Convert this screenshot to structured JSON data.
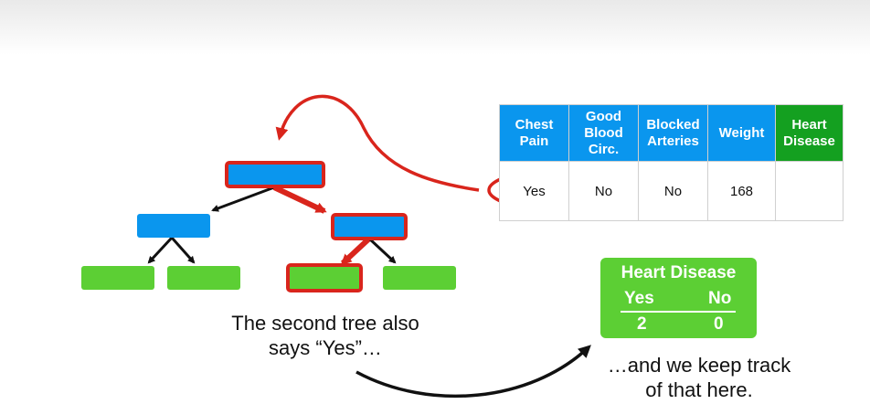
{
  "table": {
    "headers": [
      "Chest Pain",
      "Good Blood Circ.",
      "Blocked Arteries",
      "Weight",
      "Heart Disease"
    ],
    "row": [
      "Yes",
      "No",
      "No",
      "168",
      ""
    ]
  },
  "heart_disease_box": {
    "title": "Heart Disease",
    "yes_label": "Yes",
    "no_label": "No",
    "yes_count": "2",
    "no_count": "0"
  },
  "captions": {
    "tree_line1": "The second tree also",
    "tree_line2": "says “Yes”…",
    "track_line1": "…and we keep track",
    "track_line2": "of that here."
  },
  "colors": {
    "node_blue": "#0a96ee",
    "leaf_green": "#5ccf34",
    "highlight_red": "#d9251c",
    "target_header_green": "#14a020"
  }
}
